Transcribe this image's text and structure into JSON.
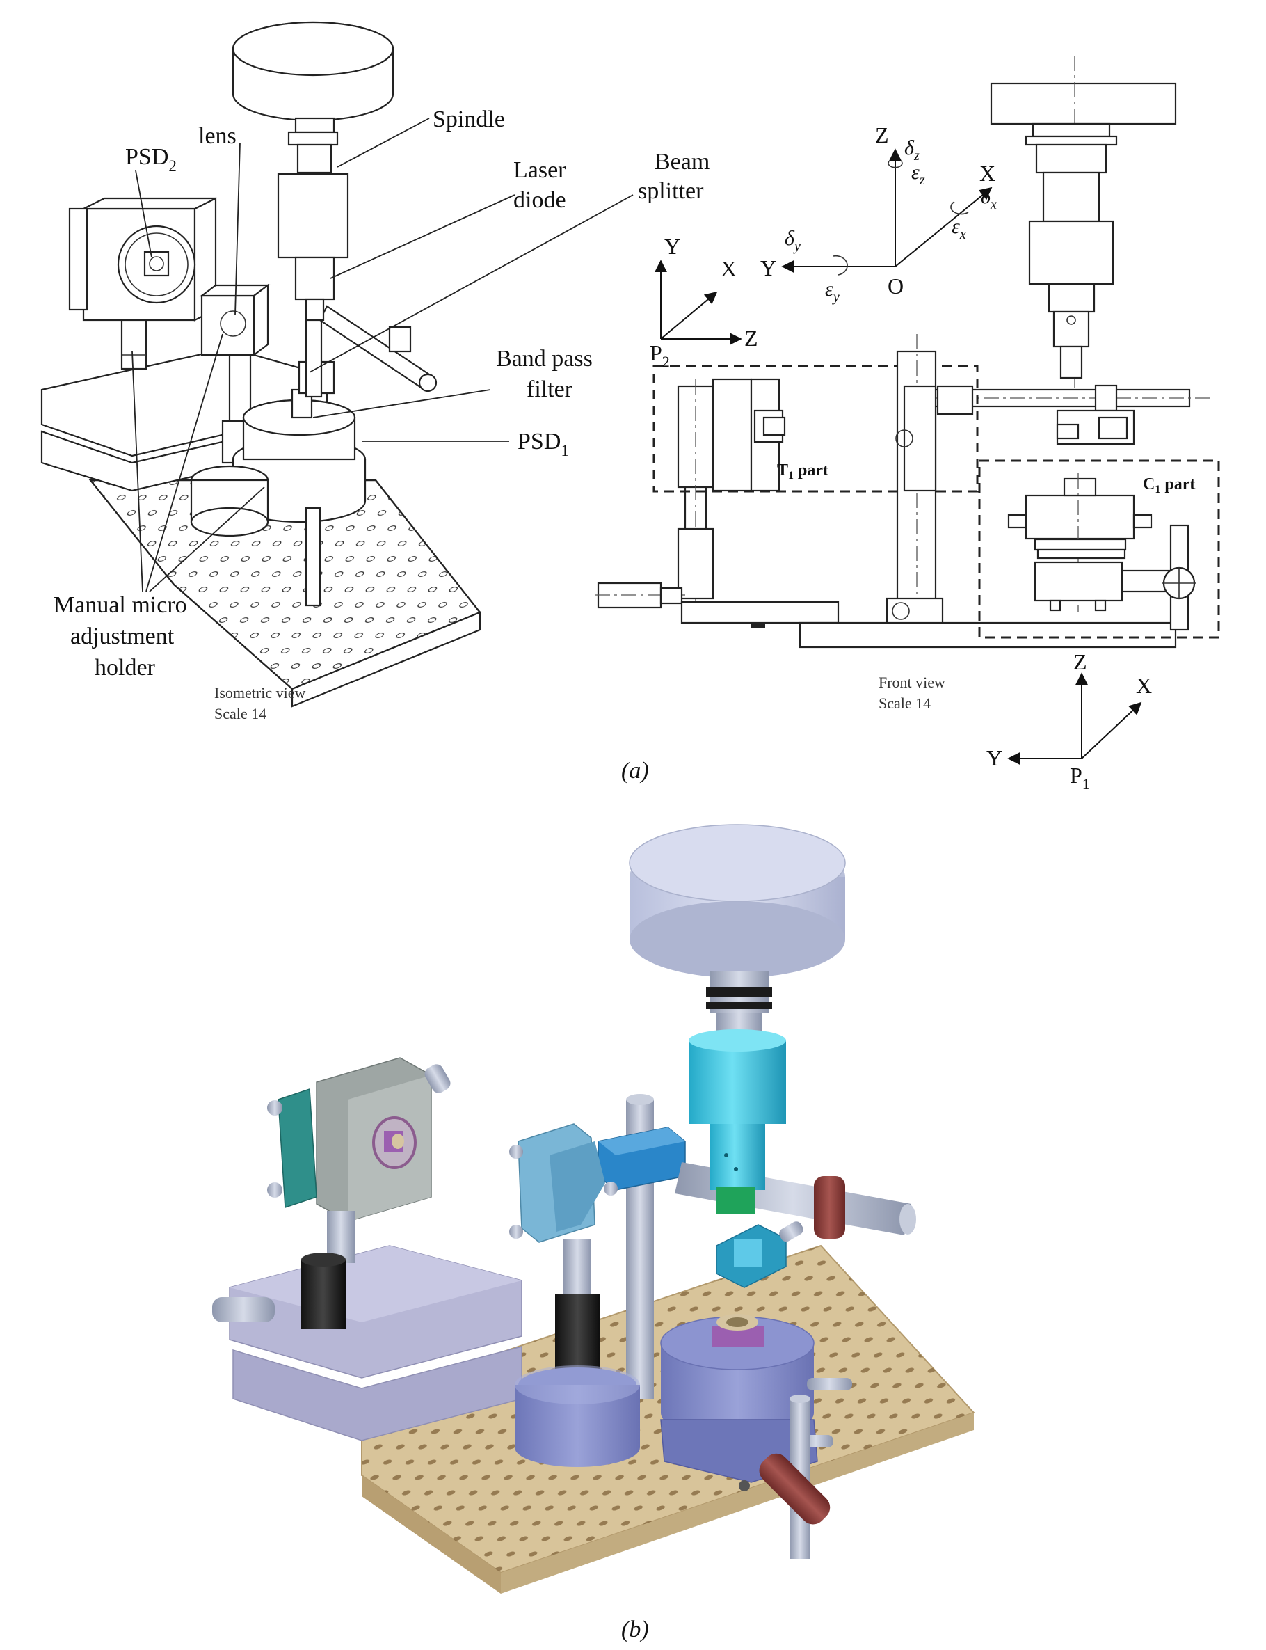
{
  "panel_a": {
    "caption": "(a)",
    "isometric": {
      "labels": {
        "psd2": "PSD",
        "psd2_sub": "2",
        "lens": "lens",
        "spindle": "Spindle",
        "laser_diode_1": "Laser",
        "laser_diode_2": "diode",
        "beam_splitter_1": "Beam",
        "beam_splitter_2": "splitter",
        "band_pass_1": "Band pass",
        "band_pass_2": "filter",
        "psd1": "PSD",
        "psd1_sub": "1",
        "holder_1": "Manual micro",
        "holder_2": "adjustment",
        "holder_3": "holder"
      },
      "view_name": "Isometric view",
      "scale": "Scale 14"
    },
    "front": {
      "t1_part": "T",
      "t1_sub": "1",
      "t1_rest": " part",
      "c1_part": "C",
      "c1_sub": "1",
      "c1_rest": " part",
      "view_name": "Front view",
      "scale": "Scale 14"
    },
    "axes": {
      "o_frame": {
        "z": "Z",
        "x": "X",
        "y": "Y",
        "origin": "O",
        "dz": "δ",
        "dz_sub": "z",
        "ez": "ε",
        "ez_sub": "z",
        "dx": "δ",
        "dx_sub": "x",
        "ex": "ε",
        "ex_sub": "x",
        "dy": "δ",
        "dy_sub": "y",
        "ey": "ε",
        "ey_sub": "y"
      },
      "p2_frame": {
        "y": "Y",
        "x": "X",
        "z": "Z",
        "origin": "P",
        "origin_sub": "2"
      },
      "p1_frame": {
        "z": "Z",
        "x": "X",
        "y": "Y",
        "origin": "P",
        "origin_sub": "1"
      }
    }
  },
  "panel_b": {
    "caption": "(b)"
  },
  "colors": {
    "spindle_disk": "#c9cfe6",
    "laser_cyan": "#3cc4e0",
    "green_tip": "#1fa35a",
    "teal": "#2f8f8a",
    "steel": "#a9b2c8",
    "blue_block": "#2a86c9",
    "light_blue": "#7ab6d6",
    "black_post": "#1c1c1c",
    "lavender": "#b7b7d6",
    "psd_blue": "#7d86c6",
    "breadboard": "#d8c49a",
    "maroon": "#8a3b38"
  }
}
